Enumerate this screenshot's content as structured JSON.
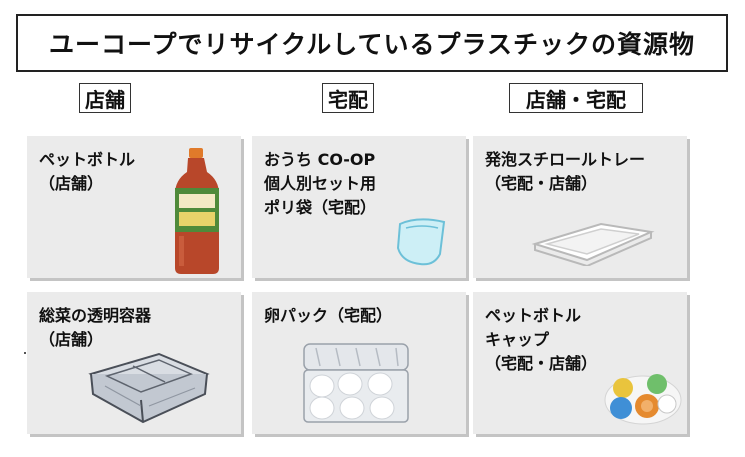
{
  "title": "ユーコープでリサイクルしているプラスチックの資源物",
  "columns": {
    "store": "店舗",
    "delivery": "宅配",
    "both": "店舗・宅配"
  },
  "cards": {
    "pet_bottle": {
      "lines": [
        "ペットボトル",
        "（店舗）"
      ],
      "icon": "pet-bottle-icon"
    },
    "bag": {
      "lines": [
        "おうち CO-OP",
        "個人別セット用",
        "ポリ袋（宅配）"
      ],
      "icon": "plastic-bag-icon"
    },
    "tray": {
      "lines": [
        "発泡スチロールトレー",
        "（宅配・店舗）"
      ],
      "icon": "foam-tray-icon"
    },
    "deli": {
      "lines": [
        "総菜の透明容器",
        "（店舗）"
      ],
      "icon": "clear-container-icon"
    },
    "egg": {
      "lines": [
        "卵パック（宅配）"
      ],
      "icon": "egg-pack-icon"
    },
    "cap": {
      "lines": [
        "ペットボトル",
        "キャップ",
        "（宅配・店舗）"
      ],
      "icon": "bottle-caps-icon"
    }
  },
  "colors": {
    "card_bg": "#ebebeb",
    "border": "#222222",
    "bottle_tea": "#b8472a",
    "bottle_label": "#4f8a3a",
    "bag": "#8fd3e6",
    "caps": [
      "#e58a2f",
      "#3f8fd6",
      "#e9c43d",
      "#6fbf6b"
    ]
  }
}
